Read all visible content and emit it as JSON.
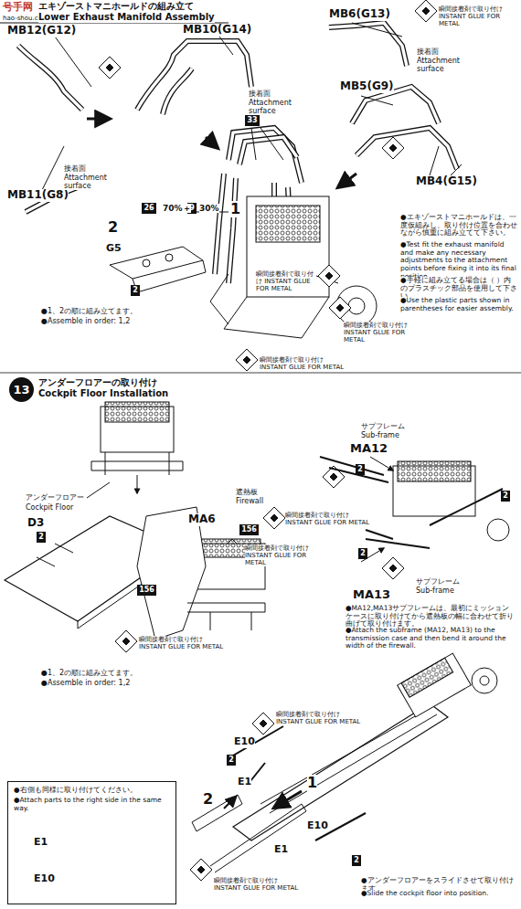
{
  "diagram": {
    "nodes": [
      {
        "text": [
          "33"
        ]
      },
      {
        "text": [
          "26"
        ]
      },
      {
        "text": [
          "9"
        ]
      },
      {
        "text": [
          "2"
        ]
      },
      {
        "text": [
          "13"
        ]
      },
      {
        "text": [
          "2"
        ]
      },
      {
        "text": [
          "156"
        ]
      },
      {
        "text": [
          "2"
        ]
      },
      {
        "text": [
          "2"
        ]
      },
      {
        "text": [
          "156"
        ]
      },
      {
        "text": [
          "2"
        ]
      },
      {
        "text": [
          "2"
        ]
      },
      {
        "text": [
          "2"
        ]
      },
      {
        "text": [
          "●右側も同様に取り付けてください。",
          "●Attach parts to the right side in the same way.",
          "E1",
          "E10"
        ]
      }
    ],
    "labels": [
      "号手网",
      "hao-shou.com",
      "エキゾーストマニホールドの組み立て",
      "Lower Exhaust Manifold Assembly",
      "MB12(G12)",
      "MB10(G14)",
      "MB6(G13)",
      "瞬間接着剤で取り付け INSTANT GLUE FOR METAL",
      "接着面",
      "Attachment surface",
      "MB5(G9)",
      "接着面",
      "Attachment surface",
      "MB11(G8)",
      "接着面",
      "Attachment surface",
      "MB4(G15)",
      "70%＋",
      "30%",
      "1",
      "2",
      "G5",
      "瞬間接着剤で取り付け INSTANT GLUE FOR METAL",
      "瞬間接着剤で取り付け INSTANT GLUE FOR METAL",
      "瞬間接着剤で取り付け INSTANT GLUE FOR METAL",
      "●1、2の順に組み立てます。",
      "●Assemble in order: 1,2",
      "●エキゾーストマニホールドは、一度仮組みし、取り付け位置を合わせながら慎重に組み立てて下さい。",
      "●Test fit the exhaust manifold and make any necessary adjustments to the attachment points before fixing it into its final position.",
      "●手軽に組み立てる場合は（ ）内のプラスチック部品を使用して下さい。",
      "●Use the plastic parts shown in parentheses for easier assembly.",
      "アンダーフロアーの取り付け",
      "Cockpit Floor Installation",
      "サブフレーム",
      "Sub-frame",
      "MA12",
      "瞬間接着剤で取り付け INSTANT GLUE FOR METAL",
      "アンダーフロアー",
      "Cockpit Floor",
      "D3",
      "遮熱板",
      "Firewall",
      "MA6",
      "瞬間接着剤で取り付け INSTANT GLUE FOR METAL",
      "MA13",
      "サブフレーム",
      "Sub-frame",
      "●MA12,MA13サブフレームは、最初にミッションケースに取り付けてから遮熱板の幅に合わせて折り曲げて取り付けます。",
      "●Attach the subframe (MA12, MA13) to the transmission case and then bend it around the width of the firewall.",
      "瞬間接着剤で取り付け INSTANT GLUE FOR METAL",
      "●1、2の順に組み立てます。",
      "●Assemble in order: 1,2",
      "瞬間接着剤で取り付け INSTANT GLUE FOR METAL",
      "E10",
      "2",
      "1",
      "E1",
      "E10",
      "E1",
      "瞬間接着剤で取り付け INSTANT GLUE FOR METAL",
      "●アンダーフロアーをスライドさせて取り付けます。",
      "●Slide the cockpit floor into position."
    ]
  }
}
